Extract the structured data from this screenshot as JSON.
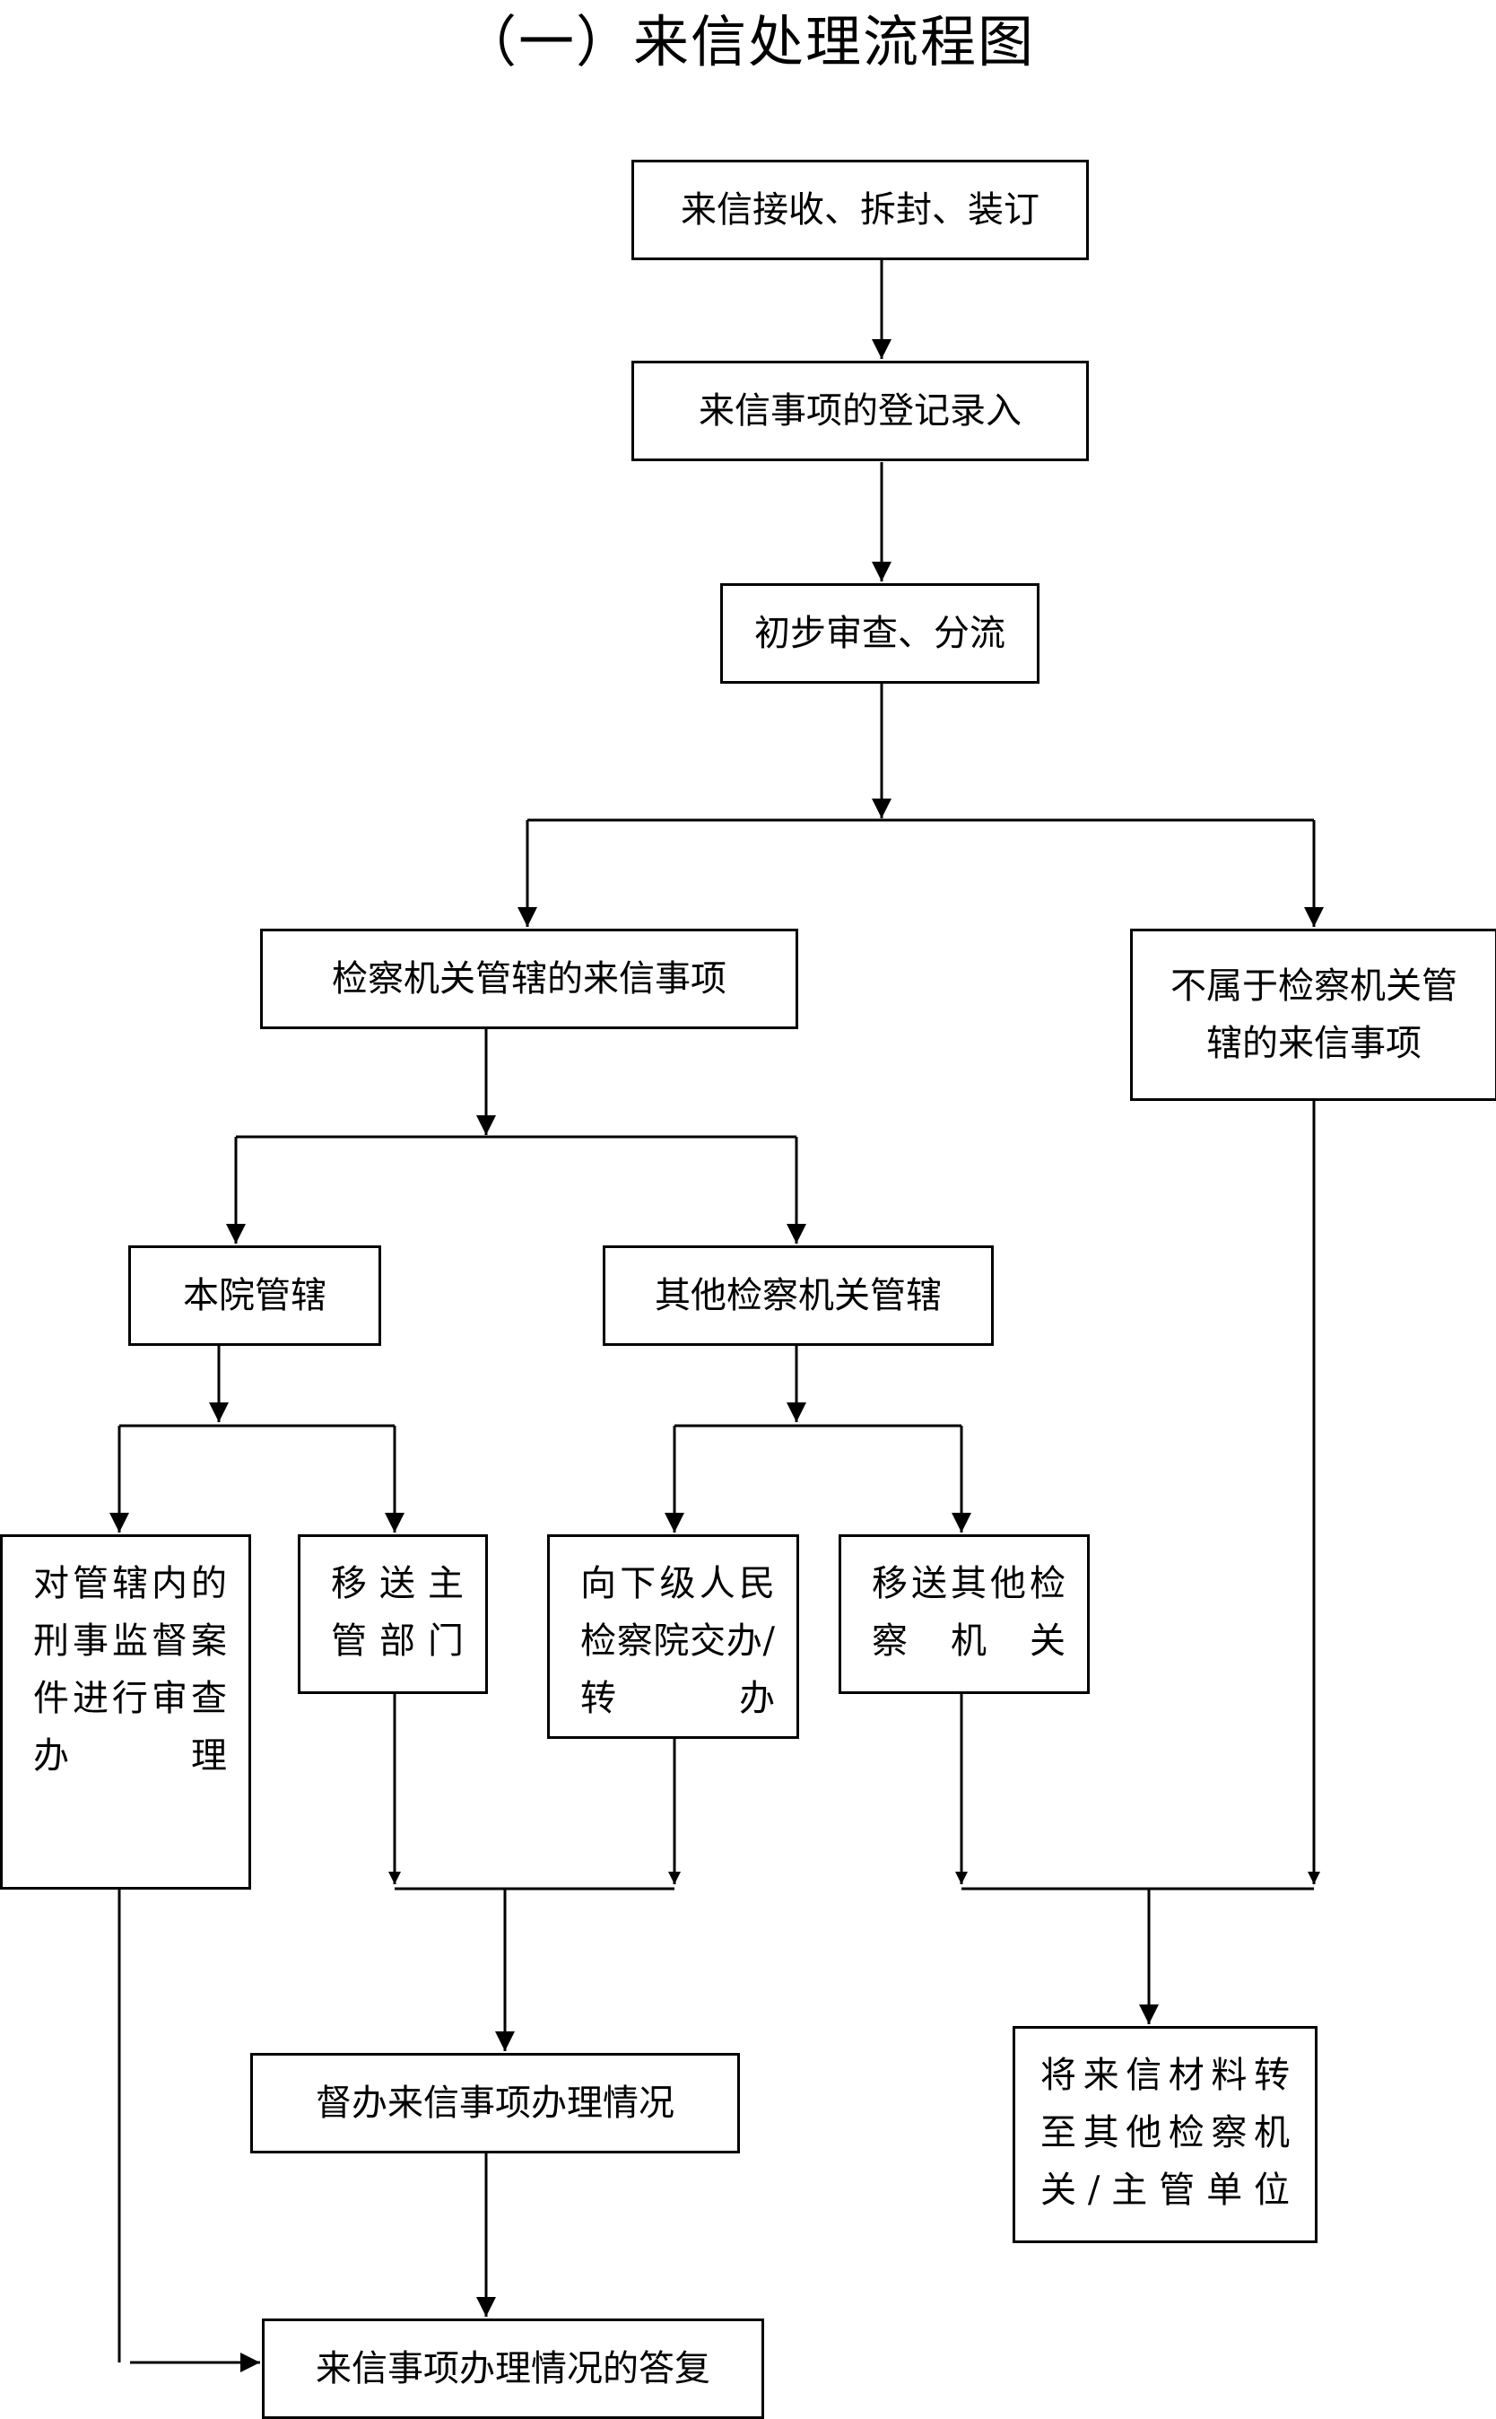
{
  "title": "（一）来信处理流程图",
  "nodes": {
    "receive": "来信接收、拆封、装订",
    "register": "来信事项的登记录入",
    "review": "初步审查、分流",
    "jurisdiction": "检察机关管辖的来信事项",
    "not_jurisdiction": "不属于检察机关管辖的来信事项",
    "own_court": "本院管辖",
    "other_organs": "其他检察机关管辖",
    "criminal_review": "对管辖内的刑事监督案件进行审查办理",
    "transfer_dept": "移送主管部门",
    "assign_lower": "向下级人民检察院交办/转办",
    "transfer_other": "移送其他检察机关",
    "supervise": "督办来信事项办理情况",
    "forward": "将来信材料转至其他检察机关/主管单位",
    "reply": "来信事项办理情况的答复"
  }
}
